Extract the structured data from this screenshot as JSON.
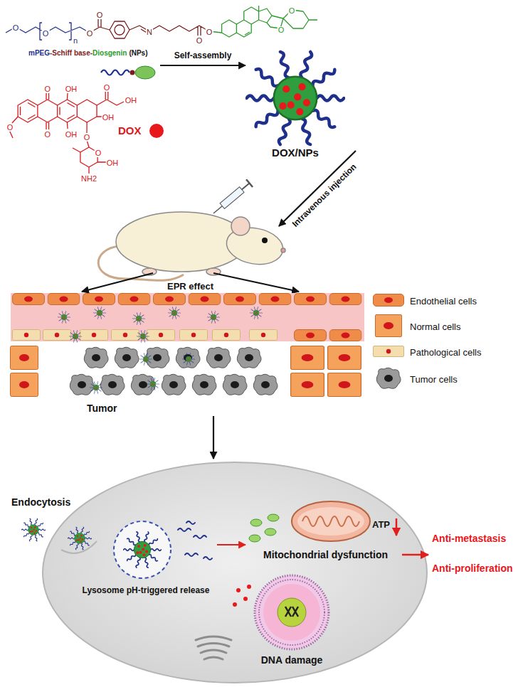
{
  "diagram": {
    "nodes": [
      {
        "text": [
          "mPEG",
          "-Schiff base-",
          "Diosgenin",
          "(NPs)"
        ]
      },
      {
        "text": [
          "DOX/NPs"
        ]
      },
      {
        "text": [
          "EPR effect",
          "Tumor"
        ]
      },
      {
        "text": [
          "Endocytosis"
        ]
      },
      {
        "text": [
          "Lysosome pH-triggered release"
        ],
        "in": 3
      },
      {
        "text": [
          "Mitochondrial dysfunction",
          "ATP"
        ],
        "in": 3
      },
      {
        "text": [
          "DNA damage"
        ],
        "in": 3
      }
    ],
    "edges": [
      {
        "from": 0,
        "to": 1,
        "label": "Self-assembly",
        "arrow": "to"
      },
      {
        "from": 2,
        "to": 3,
        "arrow": "to"
      },
      {
        "from": 4,
        "to": 5,
        "arrow": "to"
      }
    ],
    "labels": [
      "O",
      "O",
      "n",
      "O",
      "O",
      "N",
      "O",
      "O",
      "O",
      "O",
      "O",
      "OH",
      "O",
      "OH",
      "O",
      "O",
      "OH",
      "OH",
      "O",
      "O",
      "OH",
      "NH2",
      "DOX",
      "Intravenous injection",
      "Anti-metastasis",
      "Anti-proliferation"
    ],
    "legend": [
      {
        "text": "Endothelial cells",
        "color": "#f08c4a"
      },
      {
        "text": "Normal cells",
        "color": "#f5a25d"
      },
      {
        "text": "Pathological cells",
        "color": "#f4deb0"
      },
      {
        "text": "Tumor cells"
      }
    ]
  }
}
